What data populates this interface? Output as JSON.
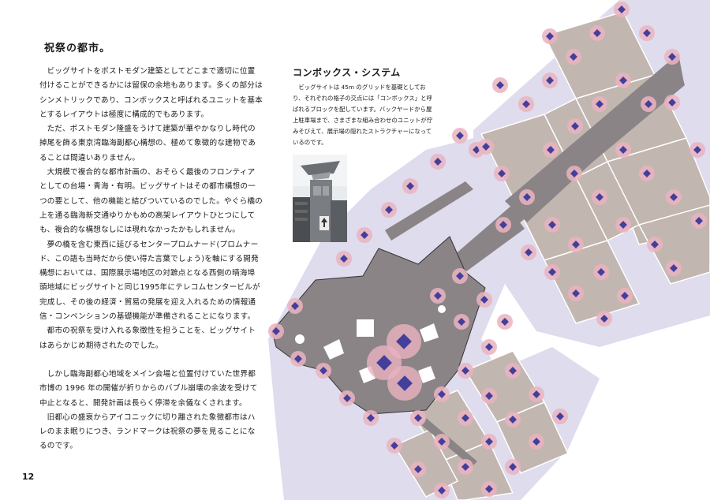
{
  "page": {
    "title": "祝祭の都市。",
    "page_number": "12"
  },
  "body": {
    "paragraphs": [
      "ビッグサイトをポストモダン建築としてどこまで適切に位置付けることができるかには留保の余地もあります。多くの部分はシンメトリックであり、コンボックスと呼ばれるユニットを基本とするレイアウトは極度に構成的でもあります。",
      "ただ、ポストモダン隆盛をうけて建築が華やかなりし時代の掉尾を飾る東京湾臨海副都心構想の、極めて象徴的な建物であることは間違いありません。",
      "大規模で複合的な都市計画の、おそらく最後のフロンティアとしての台場・青海・有明。ビッグサイトはその都市構想の一つの要として、他の機能と結びついているのでした。やぐら橋の上を通る臨海新交通ゆりかもめの高架レイアウトひとつにしても、複合的な構想なしには現れなかったかもしれません。",
      "夢の橋を含む東西に延びるセンタープロムナード(プロムナード、この語も当時だから使い得た言葉でしょう)を軸にする開発構想においては、国際展示場地区の対蹠点となる西側の晴海埠頭地域にビッグサイトと同じ1995年にテレコムセンタービルが完成し、その後の経済・貿易の発展を迎え入れるための情報通信・コンベンションの基礎機能が準備されることになります。",
      "都市の祝祭を受け入れる象徴性を担うことを、ビッグサイトはあらかじめ期待されたのでした。",
      "しかし臨海副都心地域をメイン会場と位置付けていた世界都市博の 1996 年の開催が折りからのバブル崩壊の余波を受けて中止となると、開発計画は長らく停滞を余儀なくされます。",
      "旧都心の盛衰からアイコニックに切り離された象徴都市はハレのまま眠りにつき、ランドマークは祝祭の夢を見ることになるのです。"
    ]
  },
  "sidebar": {
    "title": "コンボックス・システム",
    "text": "ビッグサイトは 45m のグリッドを基礎としており、それぞれの格子の交点には「コンボックス」と呼ばれるブロックを配しています。バックヤードから屋上駐車場まで、さまざまな組み合わせのユニットが佇みそびえて、展示場の隠れたストラクチャーになっているのです。",
    "photo_icon": "photo-building-icon"
  },
  "colors": {
    "lavender": "#dedced",
    "hall_fill": "#c2b6b1",
    "structure": "#8a8486",
    "circle_pink": "#eab3c0",
    "diamond": "#433f9a"
  }
}
